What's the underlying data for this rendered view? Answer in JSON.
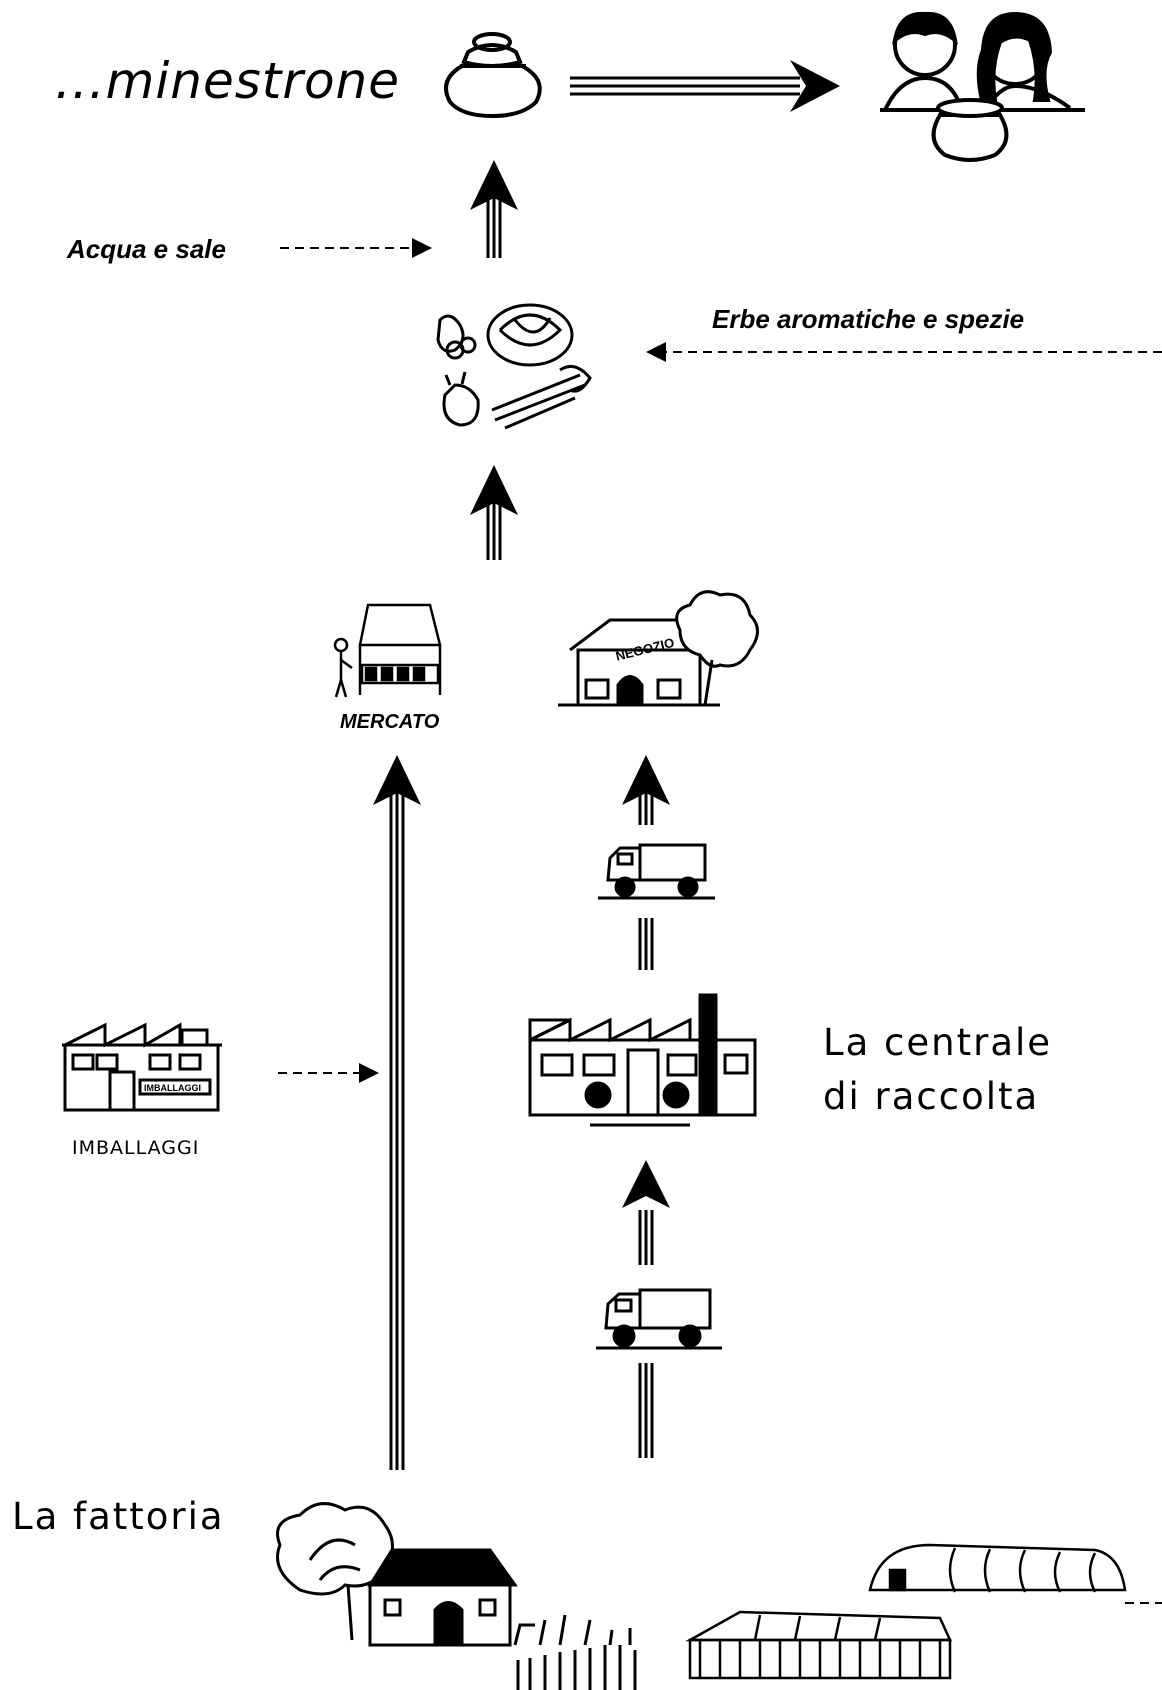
{
  "labels": {
    "minestrone": "...minestrone",
    "acqua_sale": "Acqua e sale",
    "erbe": "Erbe aromatiche e spezie",
    "mercato": "MERCATO",
    "negozio": "NEGOZIO",
    "centrale_line1": "La centrale",
    "centrale_line2": "di raccolta",
    "imballaggi": "IMBALLAGGI",
    "imballaggi_sign": "IMBALLAGGI",
    "fattoria": "La fattoria"
  }
}
